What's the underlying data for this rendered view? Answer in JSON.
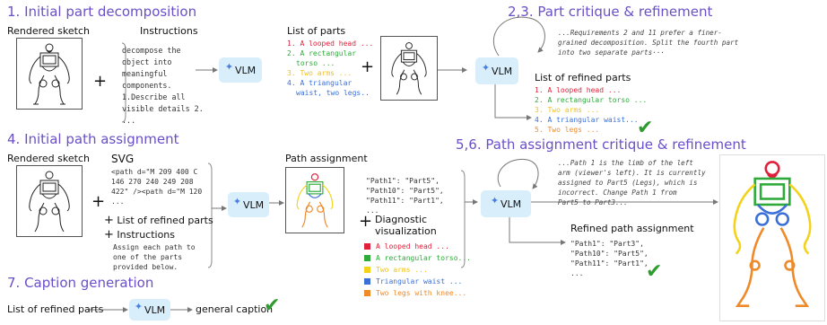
{
  "sections": {
    "s1_title": "1. Initial part decomposition",
    "s23_title": "2,3. Part critique & refinement",
    "s4_title": "4. Initial path assignment",
    "s56_title": "5,6. Path assignment critique & refinement",
    "s7_title": "7. Caption generation"
  },
  "s1": {
    "sketch_label": "Rendered sketch",
    "instructions_label": "Instructions",
    "instructions_text": [
      "decompose the",
      "object into",
      "meaningful",
      "components.",
      "1.Describe all",
      "visible details 2.",
      "..."
    ],
    "vlm": "VLM",
    "parts_label": "List of parts",
    "parts": [
      "1. A looped head ...",
      "2. A rectangular",
      "torso ...",
      "3. Two arms ...",
      "4. A triangular",
      "waist, two legs.."
    ]
  },
  "s23": {
    "critique": [
      "...Requirements 2 and 11 prefer a finer-",
      "grained decomposition. Split the fourth part",
      "into two separate parts···"
    ],
    "vlm": "VLM",
    "refined_label": "List of refined parts",
    "refined": [
      "1. A looped head ...",
      "2. A rectangular torso ...",
      "3. Two arms ...",
      "4. A triangular waist...",
      "5. Two legs ..."
    ]
  },
  "s4": {
    "sketch_label": "Rendered sketch",
    "svg_label": "SVG",
    "svg_code": [
      "<path d=\"M 209 400 C",
      "146 270 240 249 208",
      "422\" /><path d=\"M 120",
      "..."
    ],
    "refined_label": "List of refined parts",
    "instructions_label": "Instructions",
    "instructions_text": [
      "Assign each path to",
      "one of the parts",
      "provided below."
    ],
    "vlm": "VLM",
    "path_assign_label": "Path assignment",
    "assignments": [
      "\"Path1\": \"Part5\",",
      "\"Path10\": \"Part5\",",
      "\"Path11\": \"Part1\",",
      "..."
    ],
    "diag_label_1": "Diagnostic",
    "diag_label_2": "visualization",
    "legend": [
      {
        "label": "A looped head ...",
        "color": "#e0203a"
      },
      {
        "label": "A rectangular torso...",
        "color": "#2eaa3a"
      },
      {
        "label": "Two arms ...",
        "color": "#f2d21a"
      },
      {
        "label": "Triangular waist ...",
        "color": "#3a6fd8"
      },
      {
        "label": "Two legs with knee...",
        "color": "#ef8a2a"
      }
    ]
  },
  "s56": {
    "critique": [
      "...Path 1 is the limb of the left",
      "arm (viewer's left). It is currently",
      "assigned to Part5 (Legs), which is",
      "incorrect. Change Path 1 from",
      "Part5 to Part3..."
    ],
    "vlm": "VLM",
    "refined_label": "Refined path assignment",
    "assignments": [
      "\"Path1\": \"Part3\",",
      "\"Path10\": \"Part5\",",
      "\"Path11\": \"Part1\",",
      "..."
    ]
  },
  "s7": {
    "input_label": "List of refined parts",
    "vlm": "VLM",
    "output_label": "general caption"
  },
  "colors": {
    "title": "#6a4fc8",
    "vlm_bg": "#d9eefb",
    "check": "#2e9b2e",
    "head": "#e0203a",
    "torso": "#2eaa3a",
    "arms": "#f2d21a",
    "waist": "#3a6fd8",
    "legs": "#ef8a2a"
  },
  "icons": [
    "sparkle-icon",
    "check-icon",
    "plus-icon",
    "robot-sketch-icon"
  ]
}
